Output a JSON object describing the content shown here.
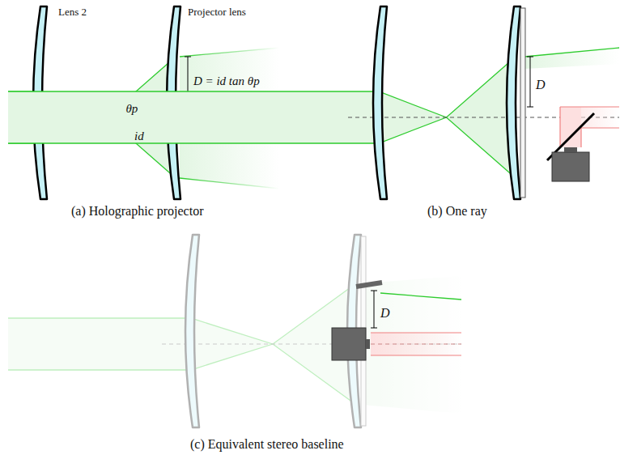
{
  "diagram": {
    "labels": [
      "Lens 2",
      "Projector lens",
      "θp",
      "id",
      "D = id tan θp",
      "(a) Holographic projector",
      "D",
      "(b) One ray",
      "D",
      "(c) Equivalent stereo baseline"
    ]
  }
}
